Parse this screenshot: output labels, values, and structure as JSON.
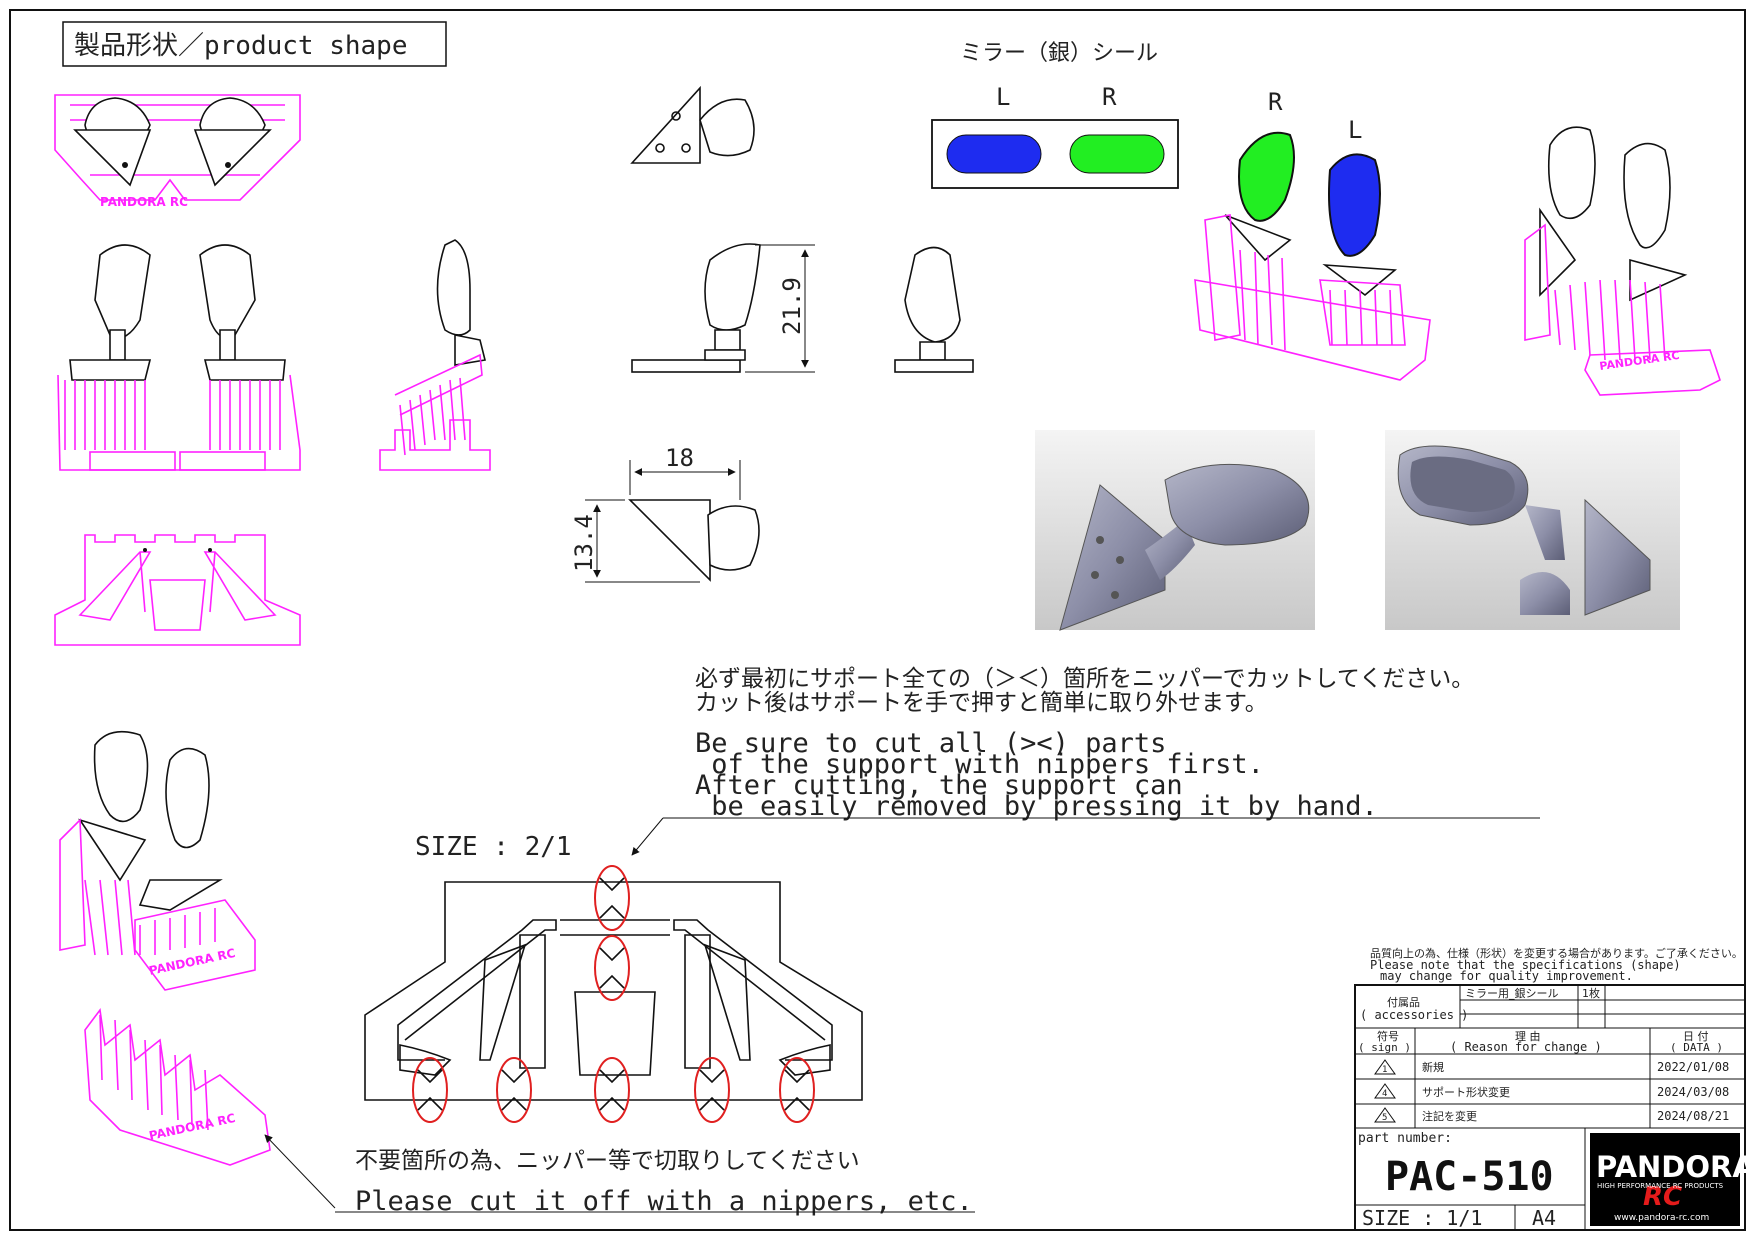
{
  "title_box": {
    "label": "製品形状／product shape"
  },
  "decal": {
    "title": "ミラー（銀）シール",
    "left_label": "L",
    "right_label": "R",
    "colors": {
      "left": "#1e2cf0",
      "right": "#22ee22"
    }
  },
  "iso_labels": {
    "right": "R",
    "left": "L"
  },
  "dimensions": {
    "height": "21.9",
    "width": "18",
    "depth": "13.4"
  },
  "instructions": {
    "jp_line1": "必ず最初にサポート全ての（＞＜）箇所をニッパーでカットしてください。",
    "jp_line2": "カット後はサポートを手で押すと簡単に取り外せます。",
    "en_line1": "Be sure to cut all (><) parts",
    "en_line2": " of the support with nippers first.",
    "en_line3": "After cutting, the support can",
    "en_line4": " be easily removed by pressing it by hand."
  },
  "size_label": "SIZE : 2/1",
  "cut_note": {
    "jp": "不要箇所の為、ニッパー等で切取りしてください",
    "en": "Please cut it off with a nippers, etc."
  },
  "title_block": {
    "notice_jp": "品質向上の為、仕様（形状）を変更する場合があります。ご了承ください。",
    "notice_en1": "Please note that the specifications (shape)",
    "notice_en2": "may change for quality improvement.",
    "accessories_label": "付属品",
    "accessories_label_en": "( accessories )",
    "accessory_item": "ミラー用_銀シール",
    "accessory_qty": "1枚",
    "sign_label": "符号",
    "sign_label_en": "( sign )",
    "reason_label": "理 由",
    "reason_label_en": "( Reason for change )",
    "date_label": "日 付",
    "date_label_en": "( DATA )",
    "revisions": [
      {
        "sign": "1",
        "reason": "新規",
        "date": "2022/01/08"
      },
      {
        "sign": "4",
        "reason": "サポート形状変更",
        "date": "2024/03/08"
      },
      {
        "sign": "5",
        "reason": "注記を変更",
        "date": "2024/08/21"
      }
    ],
    "part_number_label": "part number:",
    "part_number": "PAC-510",
    "size": "SIZE : 1/1",
    "paper": "A4",
    "logo_text": "PANDORA",
    "logo_sub": "RC",
    "logo_tagline": "HIGH PERFORMANCE RC PRODUCTS",
    "logo_url": "www.pandora-rc.com"
  }
}
